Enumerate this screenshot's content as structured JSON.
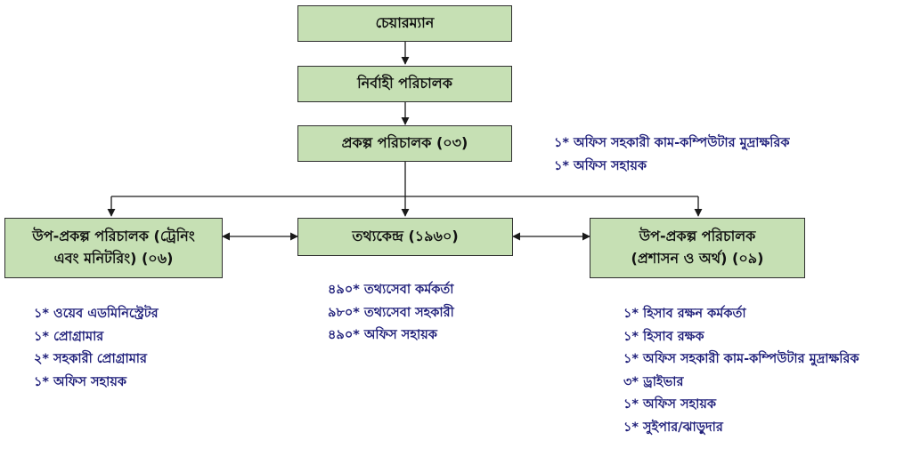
{
  "chairman": "চেয়ারম্যান",
  "executive_director": "নির্বাহী পরিচালক",
  "project_director": "প্রকল্প পরিচালক (০৩)",
  "project_director_staff": [
    "১* অফিস সহকারী কাম-কম্পিউটার মুদ্রাক্ষরিক",
    "১* অফিস সহায়ক"
  ],
  "dpd_training": {
    "line1": "উপ-প্রকল্প পরিচালক (ট্রেনিং",
    "line2": "এবং মনিটরিং) (০৬)",
    "staff": [
      "১* ওয়েব এডমিনিস্ট্রেটর",
      "১* প্রোগ্রামার",
      "২* সহকারী প্রোগ্রামার",
      "১* অফিস সহায়ক"
    ]
  },
  "info_center": {
    "title": "তথ্যকেন্দ্র (১৯৬০)",
    "staff": [
      "৪৯০* তথ্যসেবা কর্মকর্তা",
      "৯৮০* তথ্যসেবা সহকারী",
      "৪৯০* অফিস সহায়ক"
    ]
  },
  "dpd_admin": {
    "line1": "উপ-প্রকল্প পরিচালক",
    "line2": "(প্রশাসন ও অর্থ) (০৯)",
    "staff": [
      "১* হিসাব রক্ষন কর্মকর্তা",
      "১* হিসাব রক্ষক",
      "১* অফিস সহকারী কাম-কম্পিউটার মুদ্রাক্ষরিক",
      "৩* ড্রাইভার",
      "১* অফিস সহায়ক",
      "১* সুইপার/ঝাড়ুদার"
    ]
  },
  "colors": {
    "box_fill": "#c6e0b4",
    "box_border": "#2f2f2f",
    "list_text": "#1f1f7a",
    "connector": "#1a1a1a"
  }
}
